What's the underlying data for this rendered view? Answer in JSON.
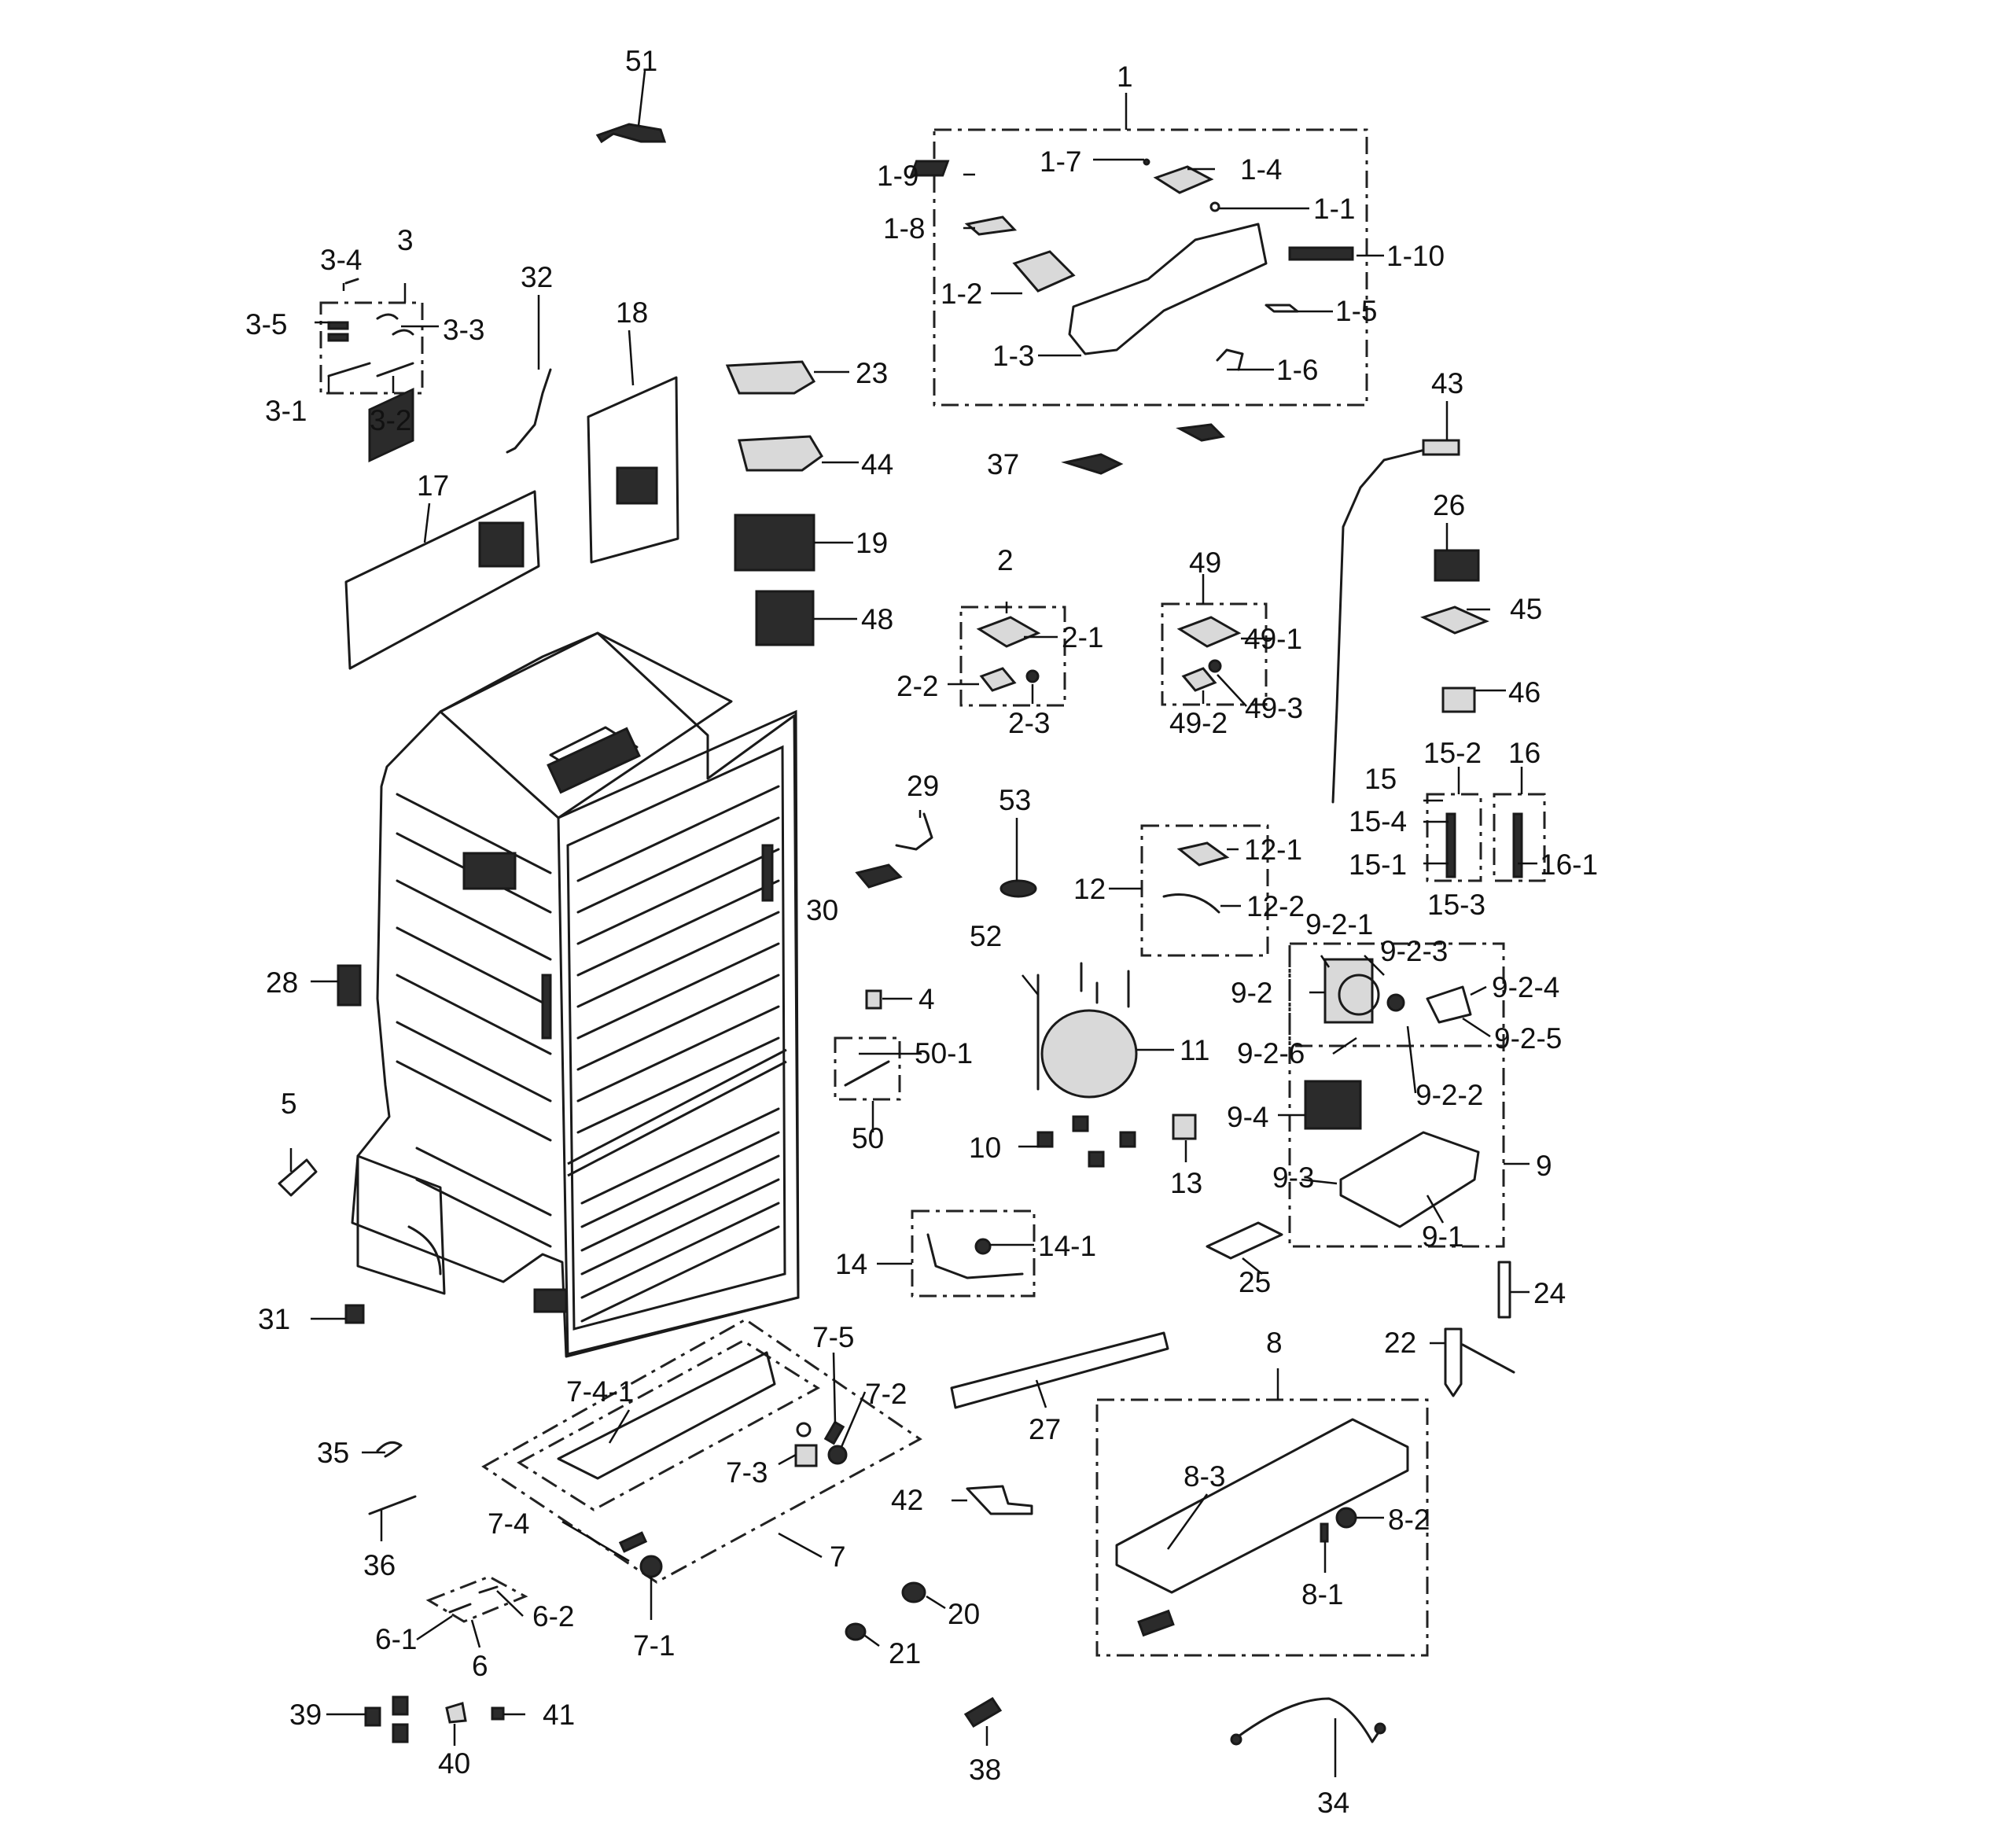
{
  "diagram": {
    "callouts": [
      "1",
      "1-1",
      "1-2",
      "1-3",
      "1-4",
      "1-5",
      "1-6",
      "1-7",
      "1-8",
      "1-9",
      "1-10",
      "2",
      "2-1",
      "2-2",
      "2-3",
      "3",
      "3-1",
      "3-2",
      "3-3",
      "3-4",
      "3-5",
      "4",
      "5",
      "6",
      "6-1",
      "6-2",
      "7",
      "7-1",
      "7-2",
      "7-3",
      "7-4",
      "7-4-1",
      "7-5",
      "8",
      "8-1",
      "8-2",
      "8-3",
      "9",
      "9-1",
      "9-2",
      "9-2-1",
      "9-2-2",
      "9-2-3",
      "9-2-4",
      "9-2-5",
      "9-2-6",
      "9-3",
      "9-4",
      "10",
      "11",
      "12",
      "12-1",
      "12-2",
      "13",
      "14",
      "14-1",
      "15",
      "15-1",
      "15-2",
      "15-3",
      "15-4",
      "16",
      "16-1",
      "17",
      "18",
      "19",
      "20",
      "21",
      "22",
      "23",
      "24",
      "25",
      "26",
      "27",
      "28",
      "29",
      "30",
      "31",
      "32",
      "34",
      "35",
      "36",
      "37",
      "38",
      "39",
      "40",
      "41",
      "42",
      "43",
      "44",
      "45",
      "46",
      "48",
      "49",
      "49-1",
      "49-2",
      "49-3",
      "50",
      "50-1",
      "51",
      "52",
      "53"
    ]
  }
}
